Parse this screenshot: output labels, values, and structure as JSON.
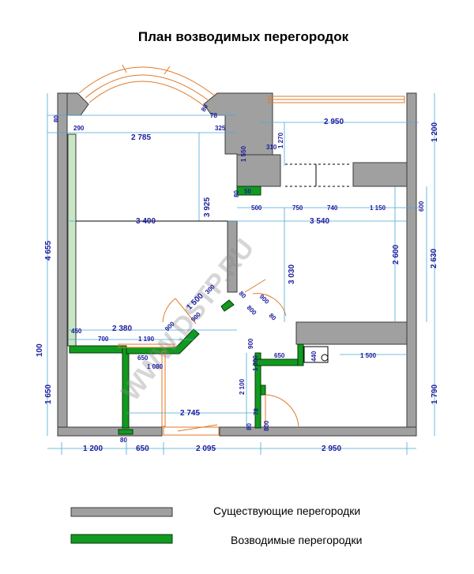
{
  "title": "План возводимых перегородок",
  "dimensions": {
    "d290": "290",
    "d2785": "2 785",
    "d325": "325",
    "d2950top": "2 950",
    "d1200r": "1 200",
    "d1270": "1 270",
    "d310": "310",
    "d1550": "1 550",
    "d3400": "3 400",
    "d3925": "3 925",
    "d4655": "4 655",
    "d50": "50",
    "d500": "500",
    "d750": "750",
    "d740": "740",
    "d1150": "1 150",
    "d3540": "3 540",
    "d600": "600",
    "d2600": "2 600",
    "d2630": "2 630",
    "d3030": "3 030",
    "d1500a": "1 500",
    "d300": "300",
    "d900a": "900",
    "d900b": "900",
    "d900c": "900",
    "d450": "450",
    "d2380": "2 380",
    "d700": "700",
    "d1190": "1 190",
    "d100": "100",
    "d650a": "650",
    "d1080": "1 080",
    "d900d": "900",
    "d1300": "1 300",
    "d650b": "650",
    "d440": "440",
    "d1500b": "1 500",
    "d1650": "1 650",
    "d2100": "2 100",
    "d2745": "2 745",
    "d78": "78",
    "d1790": "1 790",
    "d800": "800",
    "d80a": "80",
    "d80b": "80",
    "d80c": "80",
    "d80d": "80",
    "d80e": "80",
    "d80f": "80",
    "d80g": "80",
    "bot1200": "1 200",
    "bot650": "650",
    "bot2095": "2 095",
    "bot2950": "2 950"
  },
  "watermark": "WWW.DSTP.RU",
  "legend": {
    "existing": "Существующие перегородки",
    "new": "Возводимые перегородки"
  },
  "colors": {
    "existing": "#a0a0a0",
    "new": "#129a20",
    "dimension": "#1c1c9e",
    "window": "#e07a2a"
  }
}
